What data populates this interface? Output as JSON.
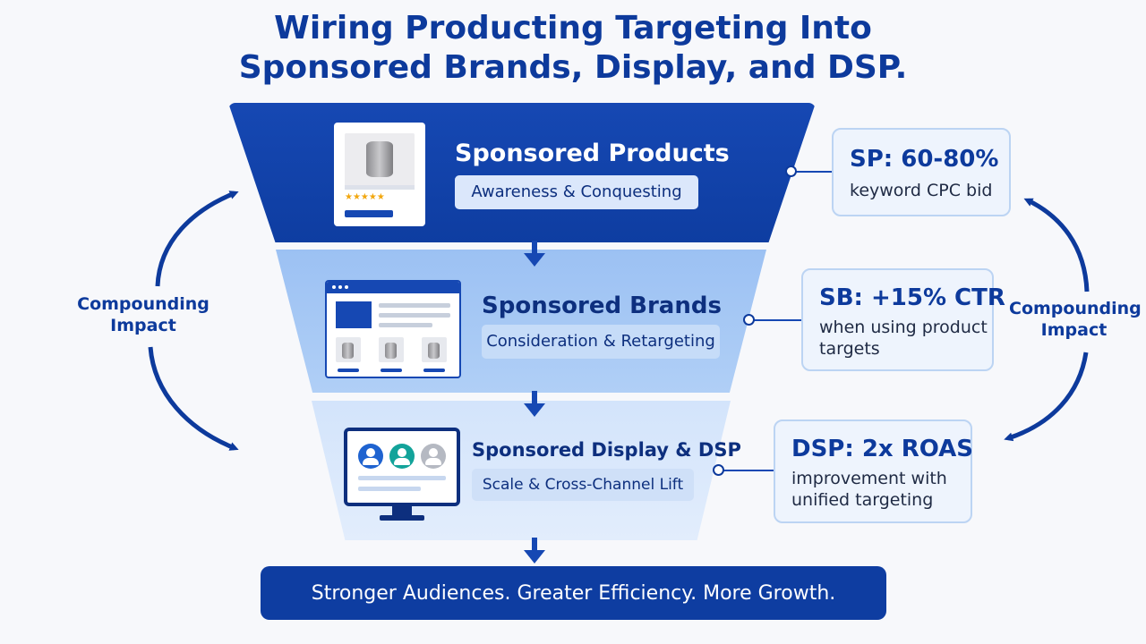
{
  "title": {
    "line1": "Wiring Producting Targeting Into",
    "line2": "Sponsored Brands, Display, and DSP."
  },
  "tiers": [
    {
      "title": "Sponsored Products",
      "subtitle": "Awareness & Conquesting",
      "icon": "product-card-icon",
      "color": "#1648b3"
    },
    {
      "title": "Sponsored Brands",
      "subtitle": "Consideration & Retargeting",
      "icon": "browser-window-icon",
      "color": "#a6c8f4"
    },
    {
      "title": "Sponsored Display & DSP",
      "subtitle": "Scale & Cross-Channel Lift",
      "icon": "monitor-audience-icon",
      "color": "#dbe8fb"
    }
  ],
  "stats": [
    {
      "title": "SP: 60-80%",
      "desc": "keyword CPC bid"
    },
    {
      "title": "SB: +15% CTR",
      "desc": "when using product targets"
    },
    {
      "title": "DSP: 2x ROAS",
      "desc": "improvement with unified targeting"
    }
  ],
  "side_labels": {
    "left": "Compounding Impact",
    "right": "Compounding Impact"
  },
  "footer": "Stronger Audiences. Greater Efficiency. More Growth.",
  "colors": {
    "primary": "#0d3a9c",
    "accent": "#1648b3",
    "stat_bg": "#eef4fd"
  }
}
